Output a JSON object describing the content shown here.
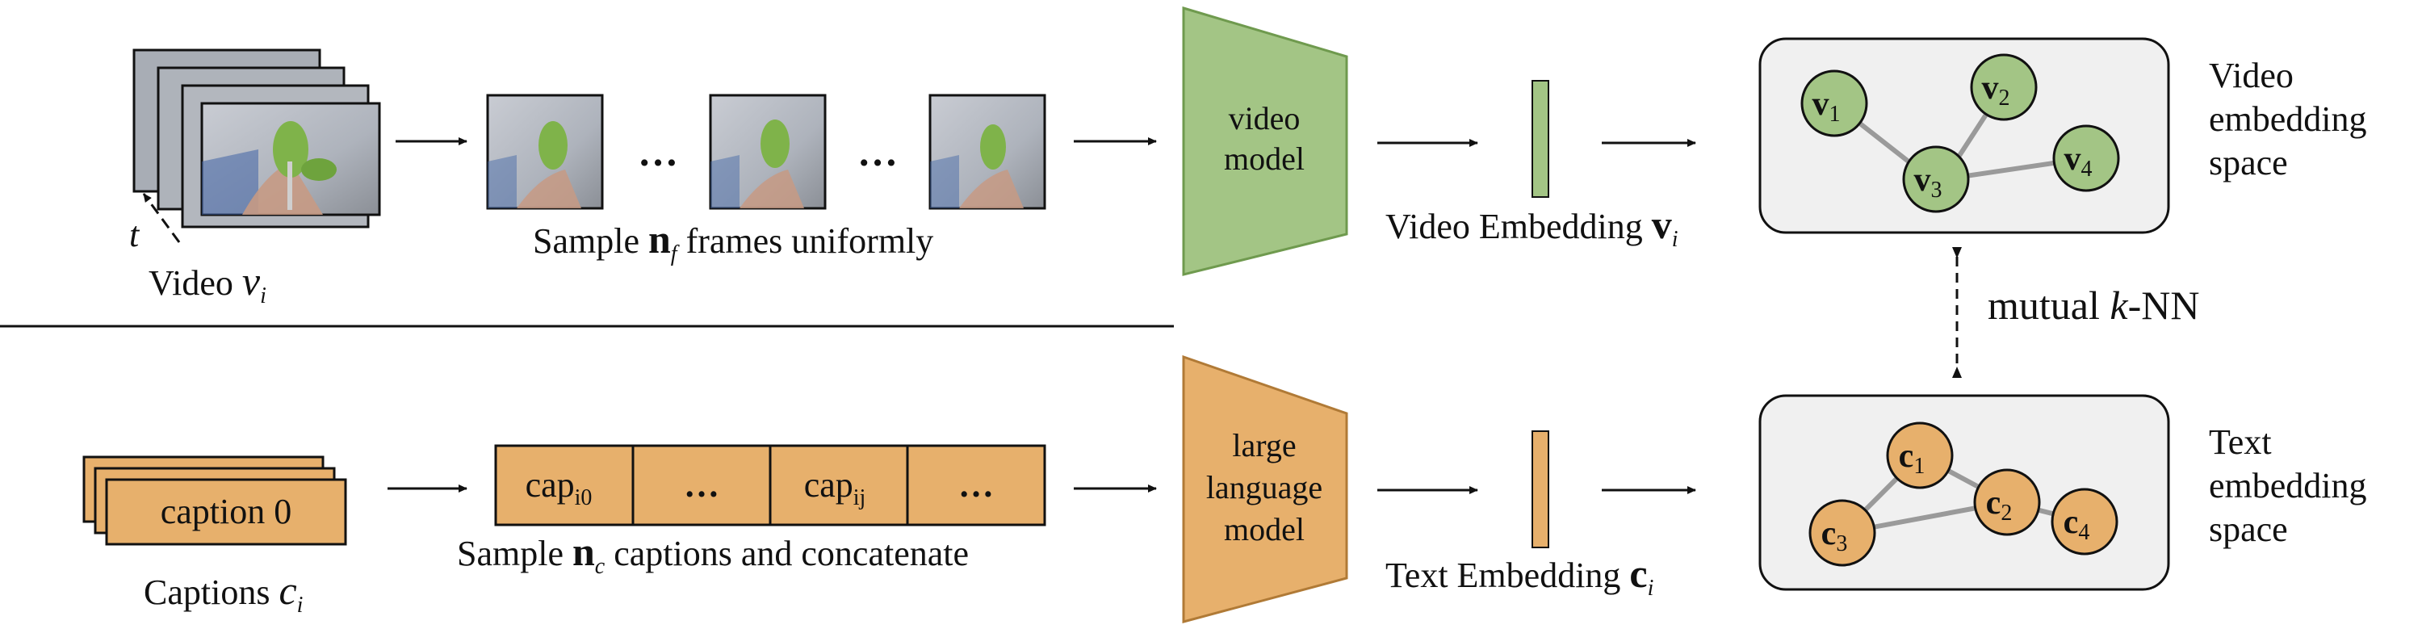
{
  "video_row": {
    "time_axis_label": "t",
    "video_label_text": "Video ",
    "video_label_math": "v",
    "video_label_sub": "i",
    "sample_prefix": "Sample ",
    "sample_math": "n",
    "sample_sub": "f",
    "sample_suffix": " frames uniformly",
    "ellipsis": "…",
    "model_line1": "video",
    "model_line2": "model",
    "embedding_text": "Video Embedding ",
    "embedding_math": "v",
    "embedding_sub": "i",
    "space_line1": "Video",
    "space_line2": "embedding",
    "space_line3": "space",
    "nodes": [
      {
        "name": "v",
        "sub": "1"
      },
      {
        "name": "v",
        "sub": "2"
      },
      {
        "name": "v",
        "sub": "3"
      },
      {
        "name": "v",
        "sub": "4"
      }
    ]
  },
  "text_row": {
    "caption_card_label": "caption 0",
    "captions_label_text": "Captions ",
    "captions_label_math": "c",
    "captions_label_sub": "i",
    "concat_cells": [
      {
        "main": "cap",
        "sub": "i0"
      },
      {
        "main": "…",
        "sub": ""
      },
      {
        "main": "cap",
        "sub": "ij"
      },
      {
        "main": "…",
        "sub": ""
      }
    ],
    "sample_prefix": "Sample  ",
    "sample_math": "n",
    "sample_sub": "c",
    "sample_suffix": " captions and concatenate",
    "model_line1": "large",
    "model_line2": "language",
    "model_line3": "model",
    "embedding_text": "Text Embedding ",
    "embedding_math": "c",
    "embedding_sub": "i",
    "space_line1": "Text",
    "space_line2": "embedding",
    "space_line3": "space",
    "nodes": [
      {
        "name": "c",
        "sub": "1"
      },
      {
        "name": "c",
        "sub": "2"
      },
      {
        "name": "c",
        "sub": "3"
      },
      {
        "name": "c",
        "sub": "4"
      }
    ]
  },
  "link_label_prefix": "mutual ",
  "link_label_k": "k",
  "link_label_suffix": "-NN",
  "colors": {
    "green_fill": "#a3c585",
    "green_stroke": "#6f9a4e",
    "orange_fill": "#e7b06c",
    "orange_stroke": "#b07a36",
    "panel_fill": "#f0f0f0",
    "edge": "#9a9a9a"
  }
}
